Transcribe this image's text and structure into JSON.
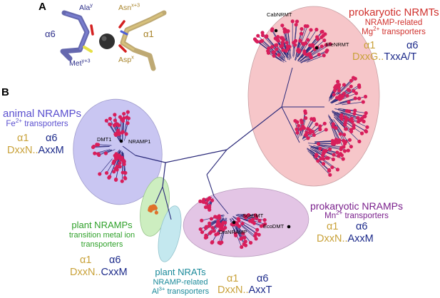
{
  "panels": {
    "a": "A",
    "b": "B"
  },
  "panel_a": {
    "helix_left": "α6",
    "helix_right": "α1",
    "residues": {
      "ala": "Ala",
      "ala_sup": "y",
      "asn": "Asn",
      "asn_sup": "x+3",
      "met": "Met",
      "met_sup": "y+3",
      "asp": "Asp",
      "asp_sup": "x"
    }
  },
  "clades": {
    "prok_nrmt": {
      "title": "prokaryotic NRMTs",
      "sub1": "NRAMP-related",
      "sub2": "Mg",
      "sub2_sup": "2+",
      "sub2_rest": " transporters",
      "helix1": "α1",
      "helix6": "α6",
      "motif1": "DxxG..",
      "motif6": "TxxA/T"
    },
    "animal": {
      "title": "animal NRAMPs",
      "sub": "Fe",
      "sub_sup": "2+",
      "sub_rest": " transporters",
      "helix1": "α1",
      "helix6": "α6",
      "motif1": "DxxN..",
      "motif6": "AxxM"
    },
    "plant_nramp": {
      "title": "plant NRAMPs",
      "sub1": "transition metal ion",
      "sub2": "transporters",
      "helix1": "α1",
      "helix6": "α6",
      "motif1": "DxxN..",
      "motif6": "CxxM"
    },
    "plant_nrat": {
      "title": "plant NRATs",
      "sub1": "NRAMP-related",
      "sub2": "Al",
      "sub2_sup": "3+",
      "sub2_rest": " transporters",
      "helix1": "α1",
      "helix6": "α6",
      "motif1": "DxxN..",
      "motif6": "AxxT"
    },
    "prok_nramp": {
      "title": "prokaryotic NRAMPs",
      "sub": "Mn",
      "sub_sup": "2+",
      "sub_rest": " transporters",
      "helix1": "α1",
      "helix6": "α6",
      "motif1": "DxxN..",
      "motif6": "AxxM"
    }
  },
  "nodes": {
    "cabnrmt": "CabNRMT",
    "elenrmt": "EleNRMT",
    "dmt1": "DMT1",
    "nramp1": "NRAMP1",
    "scadmt": "ScaDMT",
    "ecodmt": "EcoDMT",
    "dranramp": "DraNRAMP"
  },
  "colors": {
    "nrmt_fill": "#f6c6c9",
    "animal_fill": "#c9c6f2",
    "plant_nramp_fill": "#cdeec0",
    "nrat_fill": "#c4e8ef",
    "prok_nramp_fill": "#e3c5e5",
    "branch": "#2b2a7a",
    "leaf": "#d81e5b"
  }
}
